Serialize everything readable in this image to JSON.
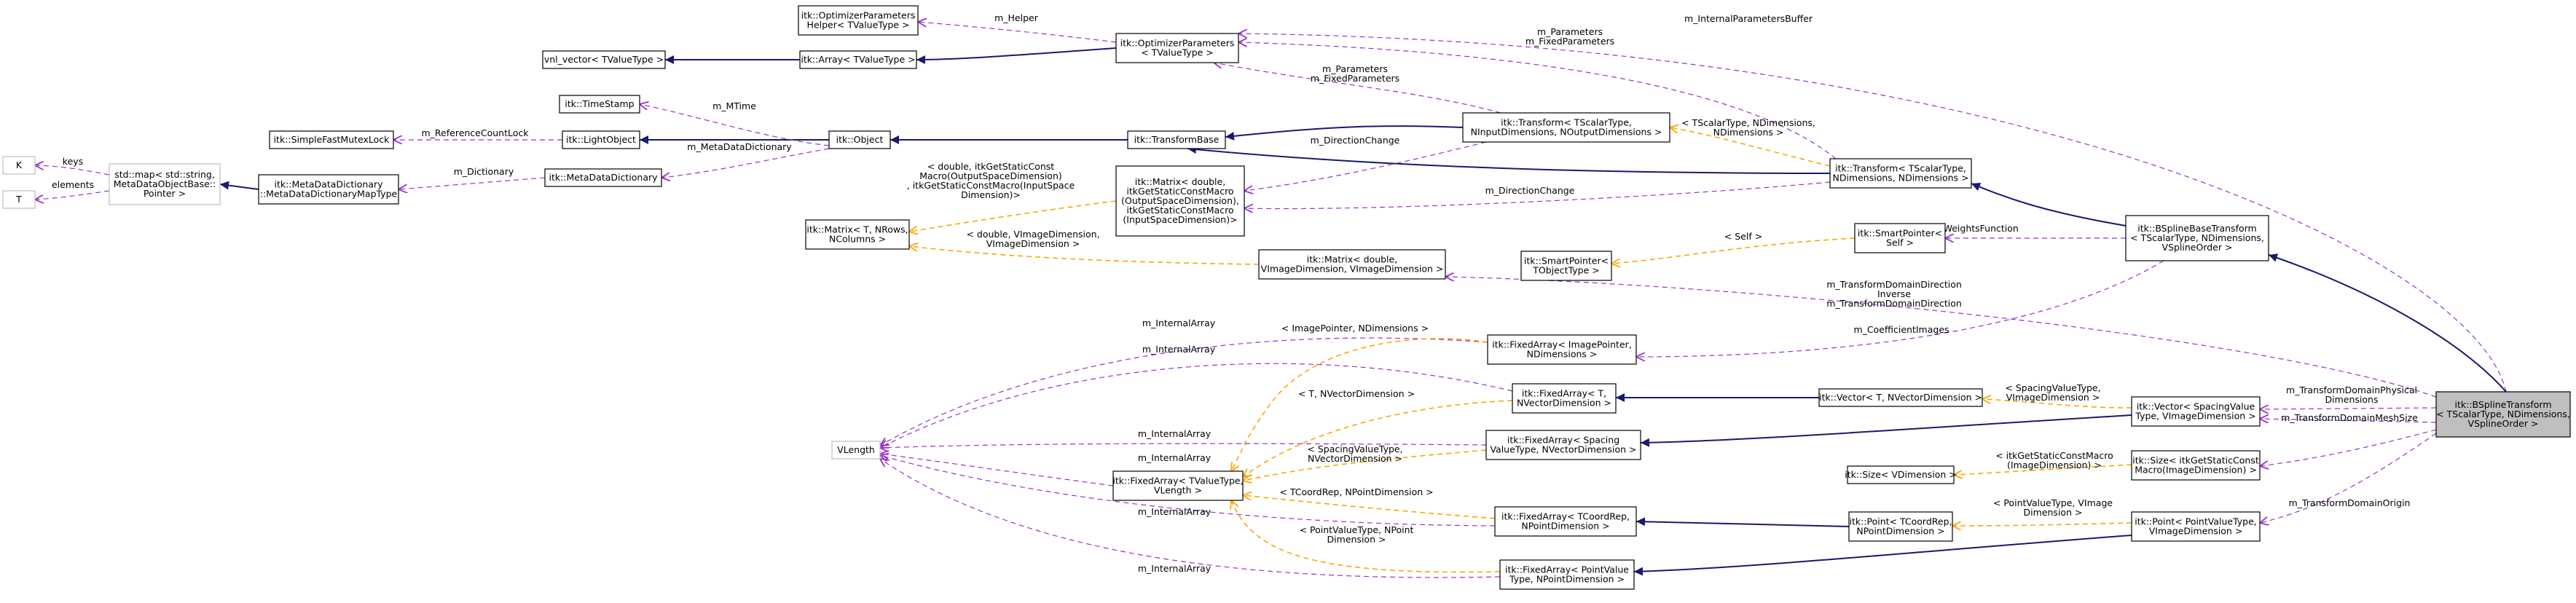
{
  "diagram": {
    "nodes": [
      {
        "id": "opt_helper",
        "lines": [
          "itk::OptimizerParameters",
          "Helper< TValueType >"
        ]
      },
      {
        "id": "opt_params",
        "lines": [
          "itk::OptimizerParameters",
          "< TValueType >"
        ]
      },
      {
        "id": "vnl_vector",
        "lines": [
          "vnl_vector< TValueType >"
        ]
      },
      {
        "id": "itk_array",
        "lines": [
          "itk::Array< TValueType >"
        ]
      },
      {
        "id": "timestamp",
        "lines": [
          "itk::TimeStamp"
        ]
      },
      {
        "id": "mutexlock",
        "lines": [
          "itk::SimpleFastMutexLock"
        ]
      },
      {
        "id": "lightobject",
        "lines": [
          "itk::LightObject"
        ]
      },
      {
        "id": "object",
        "lines": [
          "itk::Object"
        ]
      },
      {
        "id": "transformbase",
        "lines": [
          "itk::TransformBase"
        ]
      },
      {
        "id": "K",
        "lines": [
          "K"
        ]
      },
      {
        "id": "T",
        "lines": [
          "T"
        ]
      },
      {
        "id": "stdmap",
        "lines": [
          "std::map< std::string,",
          "MetaDataObjectBase::",
          "Pointer >"
        ]
      },
      {
        "id": "mdd_maptype",
        "lines": [
          "itk::MetaDataDictionary",
          "::MetaDataDictionaryMapType"
        ]
      },
      {
        "id": "mdd",
        "lines": [
          "itk::MetaDataDictionary"
        ]
      },
      {
        "id": "transform_tpl",
        "lines": [
          "itk::Transform< TScalarType,",
          "NInputDimensions, NOutputDimensions >"
        ]
      },
      {
        "id": "transform_inst",
        "lines": [
          "itk::Transform< TScalarType,",
          "NDimensions, NDimensions >"
        ]
      },
      {
        "id": "matrix_macro",
        "lines": [
          "itk::Matrix< double,",
          "itkGetStaticConstMacro",
          "(OutputSpaceDimension),",
          "itkGetStaticConstMacro",
          "(InputSpaceDimension)>"
        ]
      },
      {
        "id": "matrix_tpl",
        "lines": [
          "itk::Matrix< T, NRows,",
          "NColumns >"
        ]
      },
      {
        "id": "matrix_img",
        "lines": [
          "itk::Matrix< double,",
          "VImageDimension, VImageDimension >"
        ]
      },
      {
        "id": "smartptr_tpl",
        "lines": [
          "itk::SmartPointer<",
          "TObjectType >"
        ]
      },
      {
        "id": "smartptr_self",
        "lines": [
          "itk::SmartPointer<",
          "Self >"
        ]
      },
      {
        "id": "bspline_base",
        "lines": [
          "itk::BSplineBaseTransform",
          "< TScalarType, NDimensions,",
          "VSplineOrder >"
        ]
      },
      {
        "id": "fa_imgptr",
        "lines": [
          "itk::FixedArray< ImagePointer,",
          "NDimensions >"
        ]
      },
      {
        "id": "fa_tn",
        "lines": [
          "itk::FixedArray< T,",
          "NVectorDimension >"
        ]
      },
      {
        "id": "vector_tn",
        "lines": [
          "itk::Vector< T, NVectorDimension >"
        ]
      },
      {
        "id": "vector_spacing",
        "lines": [
          "itk::Vector< SpacingValue",
          "Type, VImageDimension >"
        ]
      },
      {
        "id": "bspline",
        "lines": [
          "itk::BSplineTransform",
          "< TScalarType, NDimensions,",
          "VSplineOrder >"
        ]
      },
      {
        "id": "vlength",
        "lines": [
          "VLength"
        ]
      },
      {
        "id": "fa_spacing",
        "lines": [
          "itk::FixedArray< Spacing",
          "ValueType, NVectorDimension >"
        ]
      },
      {
        "id": "fa_tvalue",
        "lines": [
          "itk::FixedArray< TValueType,",
          "VLength >"
        ]
      },
      {
        "id": "size_v",
        "lines": [
          "itk::Size< VDimension >"
        ]
      },
      {
        "id": "size_macro",
        "lines": [
          "itk::Size< itkGetStaticConst",
          "Macro(ImageDimension) >"
        ]
      },
      {
        "id": "fa_tcoord",
        "lines": [
          "itk::FixedArray< TCoordRep,",
          "NPointDimension >"
        ]
      },
      {
        "id": "point_tcoord",
        "lines": [
          "itk::Point< TCoordRep,",
          "NPointDimension >"
        ]
      },
      {
        "id": "point_pv",
        "lines": [
          "itk::Point< PointValueType,",
          "VImageDimension >"
        ]
      },
      {
        "id": "fa_pointvalue",
        "lines": [
          "itk::FixedArray< PointValue",
          "Type, NPointDimension >"
        ]
      }
    ],
    "edge_labels": [
      {
        "id": "l_helper",
        "lines": [
          "m_Helper"
        ]
      },
      {
        "id": "l_ipb",
        "lines": [
          "m_InternalParametersBuffer"
        ]
      },
      {
        "id": "l_params1",
        "lines": [
          "m_Parameters",
          "m_FixedParameters"
        ]
      },
      {
        "id": "l_params2",
        "lines": [
          "m_Parameters",
          "m_FixedParameters"
        ]
      },
      {
        "id": "l_mtime",
        "lines": [
          "m_MTime"
        ]
      },
      {
        "id": "l_refcount",
        "lines": [
          "m_ReferenceCountLock"
        ]
      },
      {
        "id": "l_mddict",
        "lines": [
          "m_MetaDataDictionary"
        ]
      },
      {
        "id": "l_keys",
        "lines": [
          "keys"
        ]
      },
      {
        "id": "l_elements",
        "lines": [
          "elements"
        ]
      },
      {
        "id": "l_dict",
        "lines": [
          "m_Dictionary"
        ]
      },
      {
        "id": "l_tsn",
        "lines": [
          "< TScalarType, NDimensions,",
          "NDimensions >"
        ]
      },
      {
        "id": "l_dc1",
        "lines": [
          "m_DirectionChange"
        ]
      },
      {
        "id": "l_dc2",
        "lines": [
          "m_DirectionChange"
        ]
      },
      {
        "id": "l_matmacro",
        "lines": [
          "< double, itkGetStaticConst",
          "Macro(OutputSpaceDimension)",
          ", itkGetStaticConstMacro(InputSpace",
          "Dimension)>"
        ]
      },
      {
        "id": "l_matimg",
        "lines": [
          "< double, VImageDimension,",
          "VImageDimension >"
        ]
      },
      {
        "id": "l_self",
        "lines": [
          "< Self >"
        ]
      },
      {
        "id": "l_weights",
        "lines": [
          "m_WeightsFunction"
        ]
      },
      {
        "id": "l_tdir",
        "lines": [
          "m_TransformDomainDirection",
          "Inverse",
          "m_TransformDomainDirection"
        ]
      },
      {
        "id": "l_coef",
        "lines": [
          "m_CoefficientImages"
        ]
      },
      {
        "id": "l_ia1",
        "lines": [
          "m_InternalArray"
        ]
      },
      {
        "id": "l_imgptr",
        "lines": [
          "< ImagePointer, NDimensions >"
        ]
      },
      {
        "id": "l_ia2",
        "lines": [
          "m_InternalArray"
        ]
      },
      {
        "id": "l_tnv",
        "lines": [
          "< T, NVectorDimension >"
        ]
      },
      {
        "id": "l_spacing_vi",
        "lines": [
          "< SpacingValueType,",
          "VImageDimension >"
        ]
      },
      {
        "id": "l_phys",
        "lines": [
          "m_TransformDomainPhysical",
          "Dimensions"
        ]
      },
      {
        "id": "l_mesh",
        "lines": [
          "m_TransformDomainMeshSize"
        ]
      },
      {
        "id": "l_ia3",
        "lines": [
          "m_InternalArray"
        ]
      },
      {
        "id": "l_spacing_nv",
        "lines": [
          "< SpacingValueType,",
          "NVectorDimension >"
        ]
      },
      {
        "id": "l_ia4",
        "lines": [
          "m_InternalArray"
        ]
      },
      {
        "id": "l_macro_img",
        "lines": [
          "< itkGetStaticConstMacro",
          "(ImageDimension) >"
        ]
      },
      {
        "id": "l_tcoord",
        "lines": [
          "< TCoordRep, NPointDimension >"
        ]
      },
      {
        "id": "l_ia5",
        "lines": [
          "m_InternalArray"
        ]
      },
      {
        "id": "l_pv_vi",
        "lines": [
          "< PointValueType, VImage",
          "Dimension >"
        ]
      },
      {
        "id": "l_origin",
        "lines": [
          "m_TransformDomainOrigin"
        ]
      },
      {
        "id": "l_pv_np",
        "lines": [
          "< PointValueType, NPoint",
          "Dimension >"
        ]
      },
      {
        "id": "l_ia6",
        "lines": [
          "m_InternalArray"
        ]
      }
    ]
  }
}
